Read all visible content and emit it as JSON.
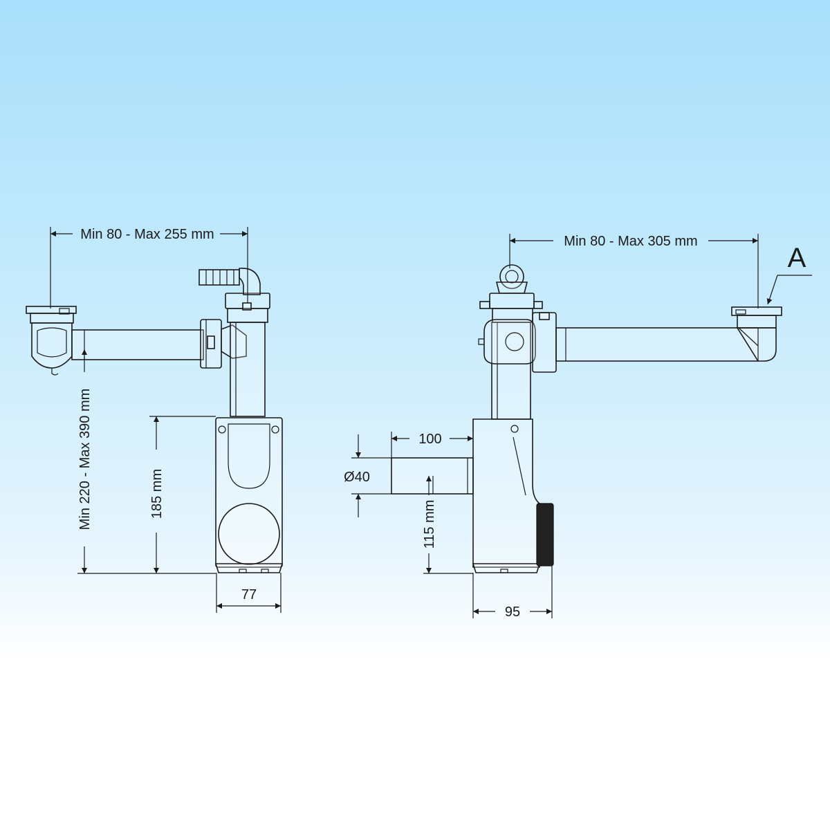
{
  "diagram": {
    "left_view": {
      "width_range_label": "Min 80 - Max 255 mm",
      "height_range_label": "Min 220 - Max 390 mm",
      "body_height_label": "185 mm",
      "body_width_label": "77"
    },
    "right_view": {
      "width_range_label": "Min 80 - Max 305 mm",
      "outlet_length_label": "100",
      "outlet_diameter_label": "Ø40",
      "outlet_height_label": "115 mm",
      "body_depth_label": "95",
      "detail_marker": "A"
    },
    "colors": {
      "background_top": "#a9dffb",
      "background_bottom": "#ffffff",
      "line": "#1a1a1a",
      "gasket": "#222222"
    }
  }
}
